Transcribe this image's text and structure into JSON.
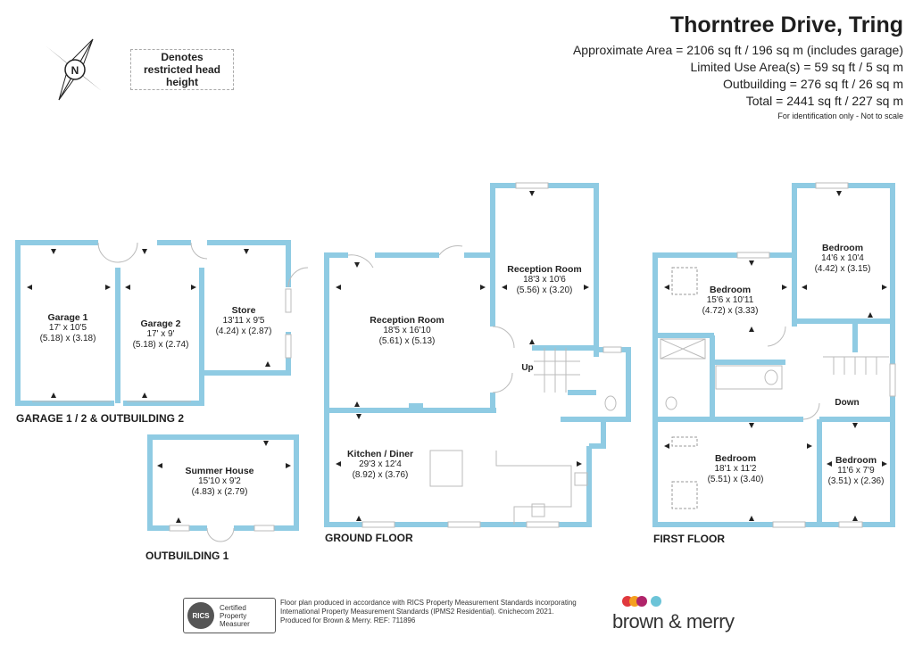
{
  "header": {
    "title": "Thorntree Drive, Tring",
    "area_lines": [
      "Approximate Area = 2106 sq ft / 196 sq m (includes garage)",
      "Limited Use Area(s) = 59 sq ft / 5 sq m",
      "Outbuilding = 276 sq ft / 26 sq m",
      "Total = 2441 sq ft / 227 sq m"
    ],
    "ident_note": "For identification only - Not to scale"
  },
  "legend": {
    "text": "Denotes restricted head height"
  },
  "compass": {
    "letter": "N"
  },
  "floors": {
    "garage": "GARAGE 1 / 2 & OUTBUILDING 2",
    "outbuilding1": "OUTBUILDING 1",
    "ground": "GROUND FLOOR",
    "first": "FIRST FLOOR"
  },
  "rooms": [
    {
      "key": "garage1",
      "name": "Garage 1",
      "imperial": "17' x 10'5",
      "metric": "(5.18) x (3.18)"
    },
    {
      "key": "garage2",
      "name": "Garage 2",
      "imperial": "17' x 9'",
      "metric": "(5.18) x (2.74)"
    },
    {
      "key": "store",
      "name": "Store",
      "imperial": "13'11 x 9'5",
      "metric": "(4.24) x (2.87)"
    },
    {
      "key": "summer",
      "name": "Summer House",
      "imperial": "15'10 x 9'2",
      "metric": "(4.83) x (2.79)"
    },
    {
      "key": "reception1",
      "name": "Reception Room",
      "imperial": "18'5 x 16'10",
      "metric": "(5.61) x (5.13)"
    },
    {
      "key": "reception2",
      "name": "Reception Room",
      "imperial": "18'3 x 10'6",
      "metric": "(5.56) x (3.20)"
    },
    {
      "key": "kitchen",
      "name": "Kitchen / Diner",
      "imperial": "29'3 x 12'4",
      "metric": "(8.92) x (3.76)"
    },
    {
      "key": "bed1",
      "name": "Bedroom",
      "imperial": "15'6 x 10'11",
      "metric": "(4.72) x (3.33)"
    },
    {
      "key": "bed2",
      "name": "Bedroom",
      "imperial": "14'6 x 10'4",
      "metric": "(4.42) x (3.15)"
    },
    {
      "key": "bed3",
      "name": "Bedroom",
      "imperial": "18'1 x 11'2",
      "metric": "(5.51) x (3.40)"
    },
    {
      "key": "bed4",
      "name": "Bedroom",
      "imperial": "11'6 x 7'9",
      "metric": "(3.51) x (2.36)"
    }
  ],
  "stair_labels": {
    "up": "Up",
    "down": "Down"
  },
  "footer": {
    "rics_badge": "RICS",
    "rics_lines": [
      "Certified",
      "Property",
      "Measurer"
    ],
    "lines": [
      "Floor plan produced in accordance with RICS Property Measurement Standards incorporating",
      "International Property Measurement Standards (IPMS2 Residential).  ©nichecom 2021.",
      "Produced for Brown & Merry.   REF:  711896"
    ],
    "brand": "brown & merry"
  },
  "colors": {
    "wall": "#8fcbe3",
    "dot1": "#e0393e",
    "dot2": "#f4a020",
    "dot3": "#b0246a",
    "dot4": "#6cc4d8"
  }
}
